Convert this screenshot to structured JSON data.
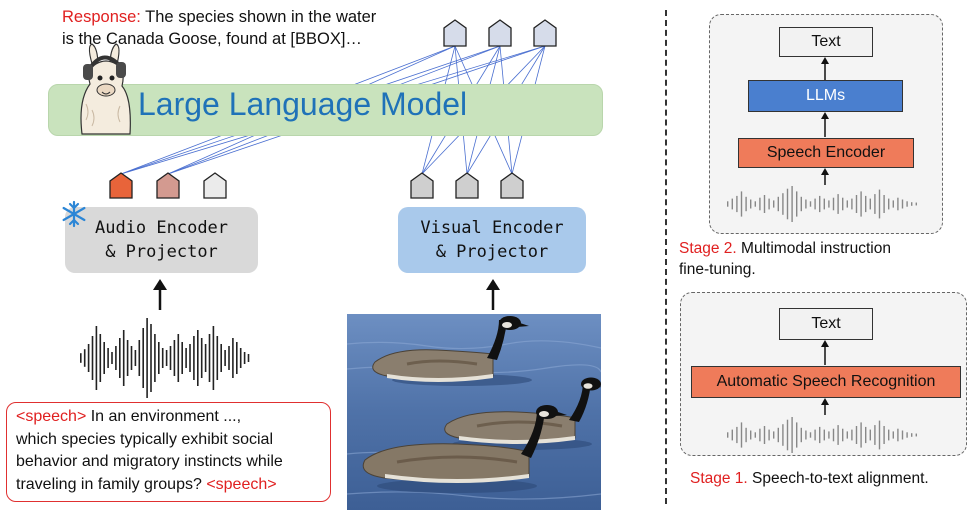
{
  "response": {
    "label": "Response:",
    "text_line1": " The species shown in the water",
    "text_line2": "is the Canada Goose, found at [BBOX]…"
  },
  "llm": {
    "title": "Large Language Model"
  },
  "audio_encoder": {
    "label": "Audio Encoder\n& Projector",
    "icon": "snowflake-icon"
  },
  "visual_encoder": {
    "label": "Visual Encoder\n& Projector"
  },
  "prompt": {
    "tag_open": "<speech>",
    "line1": " In an environment ...,",
    "line2": "which species typically exhibit social",
    "line3": "behavior and migratory instincts while",
    "line4": "traveling in family groups? ",
    "tag_close": "<speech>"
  },
  "stage2": {
    "text_block": "Text",
    "llm_block": "LLMs",
    "encoder_block": "Speech Encoder",
    "caption_label": "Stage 2.",
    "caption_line1": " Multimodal instruction",
    "caption_line2": "fine-tuning."
  },
  "stage1": {
    "text_block": "Text",
    "asr_block": "Automatic Speech Recognition",
    "caption_label": "Stage 1.",
    "caption_text": " Speech-to-text alignment."
  },
  "colors": {
    "accent_red": "#e02020",
    "llm_green": "#c9e3bd",
    "llm_title_blue": "#1f72b8",
    "audio_token_active": "#e8643a",
    "audio_token_mid": "#d39a90",
    "visual_encoder_blue": "#a9c9eb",
    "link_blue": "#4a6fd0",
    "block_orange": "#ef7b5a",
    "block_blue": "#4a7fcf"
  }
}
